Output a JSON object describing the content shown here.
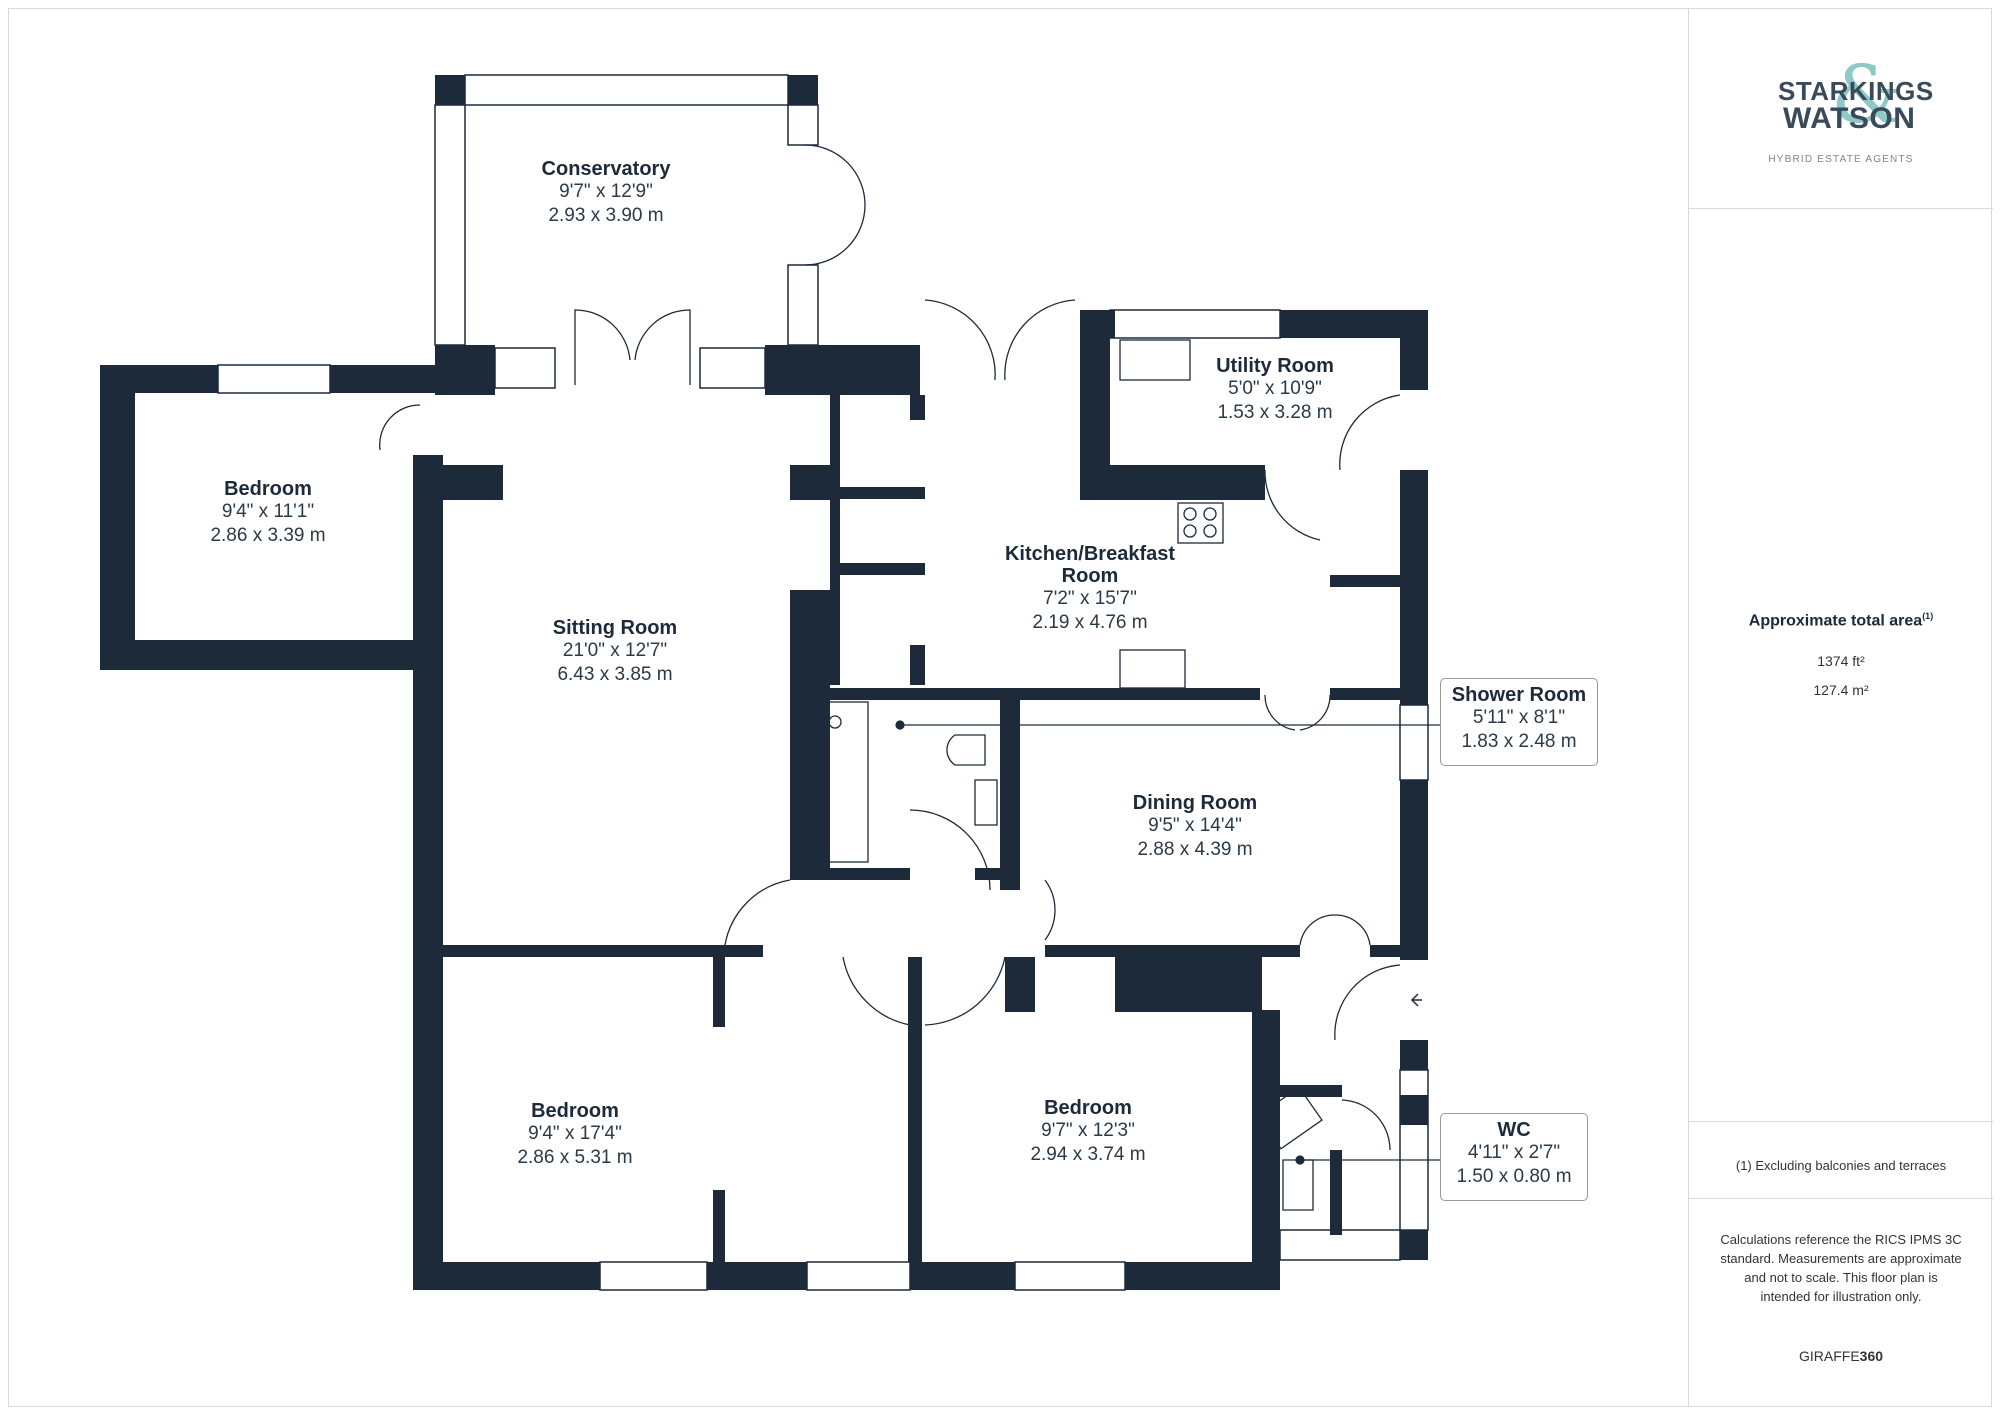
{
  "rooms": {
    "conservatory": {
      "name": "Conservatory",
      "imperial": "9'7\" x 12'9\"",
      "metric": "2.93 x 3.90 m"
    },
    "bedroom_left": {
      "name": "Bedroom",
      "imperial": "9'4\" x 11'1\"",
      "metric": "2.86 x 3.39 m"
    },
    "sitting_room": {
      "name": "Sitting Room",
      "imperial": "21'0\" x 12'7\"",
      "metric": "6.43 x 3.85 m"
    },
    "utility_room": {
      "name": "Utility Room",
      "imperial": "5'0\" x 10'9\"",
      "metric": "1.53 x 3.28 m"
    },
    "kitchen": {
      "name": "Kitchen/Breakfast Room",
      "imperial": "7'2\" x 15'7\"",
      "metric": "2.19 x 4.76 m"
    },
    "shower_room": {
      "name": "Shower Room",
      "imperial": "5'11\" x 8'1\"",
      "metric": "1.83 x 2.48 m"
    },
    "dining_room": {
      "name": "Dining Room",
      "imperial": "9'5\" x 14'4\"",
      "metric": "2.88 x 4.39 m"
    },
    "bedroom_bottom_left": {
      "name": "Bedroom",
      "imperial": "9'4\" x 17'4\"",
      "metric": "2.86 x 5.31 m"
    },
    "bedroom_bottom_right": {
      "name": "Bedroom",
      "imperial": "9'7\" x 12'3\"",
      "metric": "2.94 x 3.74 m"
    },
    "wc": {
      "name": "WC",
      "imperial": "4'11\" x 2'7\"",
      "metric": "1.50 x 0.80 m"
    }
  },
  "sidebar": {
    "logo_line1": "STARKINGS",
    "logo_line2": "WATSON",
    "logo_amp": "&",
    "tagline": "HYBRID ESTATE AGENTS",
    "area_title": "Approximate total area",
    "area_sup": "(1)",
    "area_ft": "1374 ft²",
    "area_m": "127.4 m²",
    "footnote": "(1) Excluding balconies and terraces",
    "disclaimer": "Calculations reference the RICS IPMS 3C standard. Measurements are approximate and not to scale. This floor plan is intended for illustration only.",
    "brand_prefix": "GIRAFFE",
    "brand_suffix": "360"
  },
  "colors": {
    "wall": "#1d2a3a",
    "accent": "#8fc9c7",
    "text": "#1d2a3a",
    "border": "#d8d8d8"
  }
}
